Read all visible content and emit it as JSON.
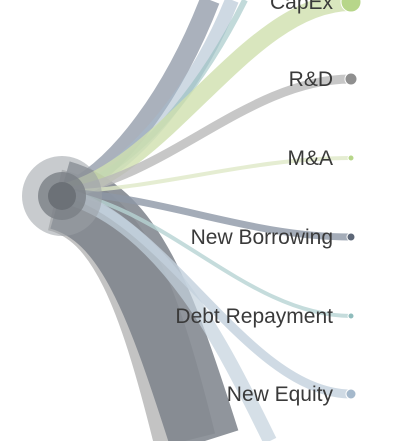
{
  "diagram": {
    "type": "flow",
    "hub": {
      "color": "#858a90"
    },
    "nodes": [
      {
        "id": "capex",
        "label": "CapEx",
        "color": "#b7d68a",
        "flow_color": "#cfe0ae"
      },
      {
        "id": "rnd",
        "label": "R&D",
        "color": "#8f8f8f",
        "flow_color": "#b9b9b9"
      },
      {
        "id": "mna",
        "label": "M&A",
        "color": "#b7d68a",
        "flow_color": "#dfe8c7"
      },
      {
        "id": "new-borrowing",
        "label": "New Borrowing",
        "color": "#5d6777",
        "flow_color": "#8d97a6"
      },
      {
        "id": "debt-repayment",
        "label": "Debt Repayment",
        "color": "#8fbcbc",
        "flow_color": "#b7d3d3"
      },
      {
        "id": "new-equity",
        "label": "New Equity",
        "color": "#a5b9cc",
        "flow_color": "#c3d1dd"
      }
    ]
  }
}
